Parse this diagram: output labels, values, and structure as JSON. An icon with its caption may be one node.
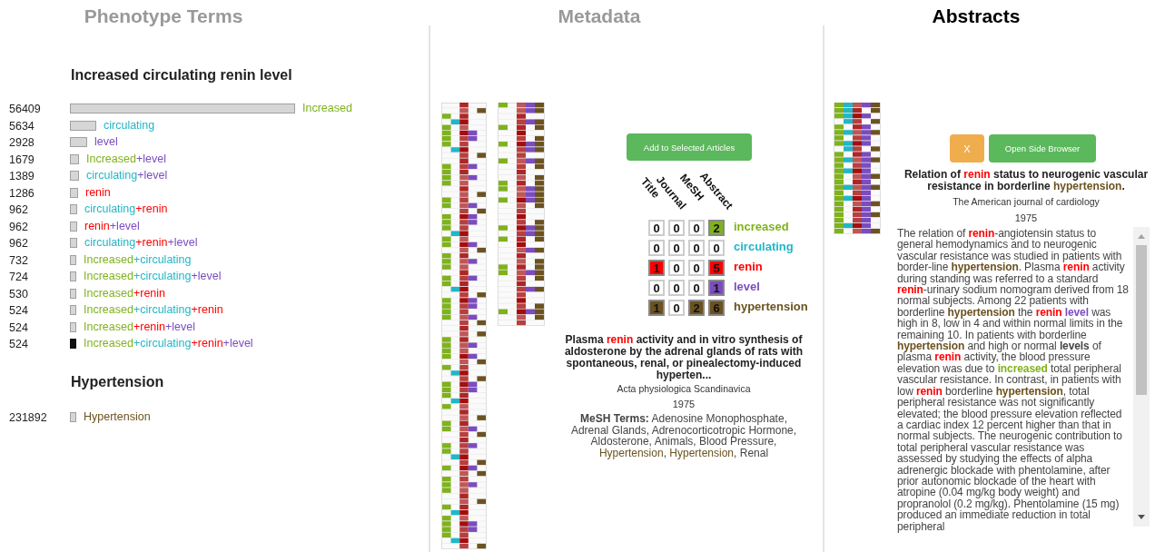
{
  "diagram": {
    "labels": [
      "Phenotype Terms",
      "Metadata",
      "Abstracts",
      "Increased circulating renin level",
      "56409",
      "Increased",
      "5634",
      "circulating",
      "2928",
      "level",
      "1679",
      "Increased+level",
      "1389",
      "circulating+level",
      "1286",
      "renin",
      "962",
      "circulating+renin",
      "962",
      "renin+level",
      "962",
      "circulating+renin+level",
      "732",
      "Increased+circulating",
      "724",
      "Increased+circulating+level",
      "530",
      "Increased+renin",
      "524",
      "Increased+circulating+renin",
      "524",
      "Increased+renin+level",
      "524",
      "Increased+circulating+renin+level",
      "Hypertension",
      "231892",
      "Hypertension",
      "Add to Selected Articles",
      "Title",
      "Journal",
      "MeSH",
      "Abstract",
      "0",
      "0",
      "0",
      "2",
      "0",
      "0",
      "0",
      "0",
      "1",
      "0",
      "0",
      "5",
      "0",
      "0",
      "0",
      "1",
      "1",
      "0",
      "2",
      "6",
      "Plasma renin activity and in vitro synthesis of aldosterone by the adrenal glands of rats with spontaneous, renal, or pinealectomy-induced hyperten...",
      "Acta physiologica Scandinavica",
      "1975",
      "**MeSH Terms:** Adenosine Monophosphate, Adrenal Glands, Adrenocorticotropic Hormone, Aldosterone, Animals, Blood Pressure, Hypertension, Hypertension, Renal",
      "X",
      "Open Side Browser",
      "Relation of renin status to neurogenic vascular resistance in borderline hypertension.",
      "The American journal of cardiology",
      "1975",
      "The relation of **renin**-angiotensin status to general hemodynamics and to neurogenic vascular resistance was studied in patients with border-line **hypertension**. Plasma **renin** activity during standing was referred to a standard **renin**-urinary sodium nomogram derived from 18 normal subjects. Among 22 patients with borderline **hypertension** the **renin** **level** was high in 8, low in 4 and within normal limits in the remaining 10. In patients with borderline **hypertension** and high or normal **levels** of plasma **renin** activity, the blood pressure elevation was due to **increased** total peripheral vascular resistance. In contrast, in patients with low **renin** borderline **hypertension**, total peripheral resistance was not significantly elevated; the blood pressure elevation reflected a cardiac index 12 percent higher than that in normal subjects. The neurogenic contribution to total peripheral vascular resistance was assessed by studying the effects of alpha adrenergic blockade with phentolamine, after prior autonomic blockade of the heart with atropine (0.04 mg/kg body weight) and propranolol (0.2 mg/kg). Phentolamine (15 mg) produced an immediate reduction in total peripheral"
    ],
    "legend": [
      {
        "text": "increased",
        "color": "#7fb21c"
      },
      {
        "text": "circulating",
        "color": "#22b6c6"
      },
      {
        "text": "renin",
        "color": "#ff0000"
      },
      {
        "text": "level",
        "color": "#7b4cbf"
      },
      {
        "text": "hypertension",
        "color": "#6b5220"
      }
    ]
  }
}
